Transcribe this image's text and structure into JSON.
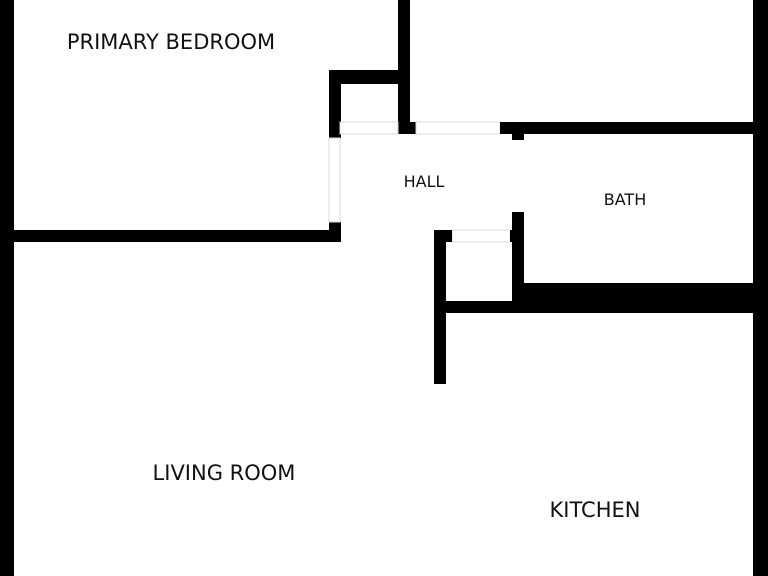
{
  "floorplan": {
    "rooms": {
      "primary_bedroom": "PRIMARY BEDROOM",
      "hall": "HALL",
      "bath": "BATH",
      "living_room": "LIVING ROOM",
      "kitchen": "KITCHEN"
    },
    "colors": {
      "wall": "#000000",
      "background": "#ffffff"
    }
  }
}
